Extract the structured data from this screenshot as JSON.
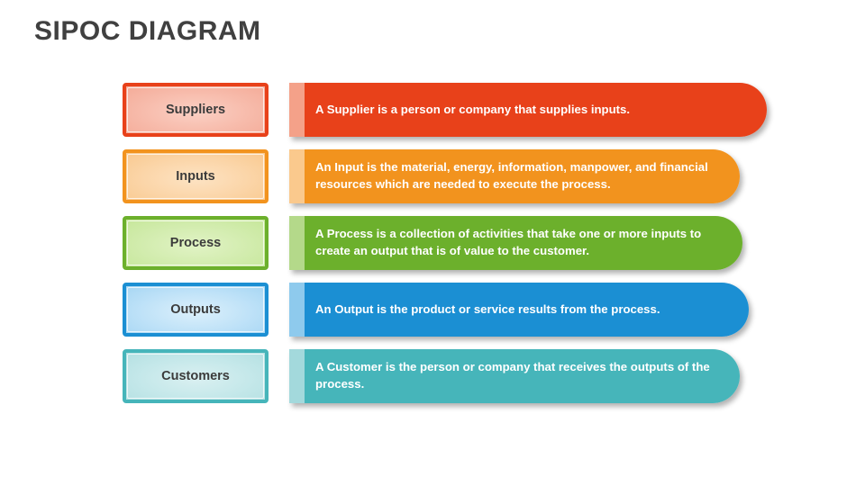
{
  "title": "SIPOC DIAGRAM",
  "rows": [
    {
      "key": "suppliers",
      "label": "Suppliers",
      "description": "A Supplier is a person or company that supplies inputs.",
      "accent_color": "#E8411A",
      "label_fill_color": "#F7BBAB",
      "cap_color": "#F4A189"
    },
    {
      "key": "inputs",
      "label": "Inputs",
      "description": "An Input is the material, energy, information, manpower, and financial resources which are needed to execute the process.",
      "accent_color": "#F2931E",
      "label_fill_color": "#FBD5A8",
      "cap_color": "#FAC98D"
    },
    {
      "key": "process",
      "label": "Process",
      "description": "A Process is a collection of activities that take one or more inputs to create an output that is of value to the customer.",
      "accent_color": "#6CB02C",
      "label_fill_color": "#D2ECAE",
      "cap_color": "#B4D98A"
    },
    {
      "key": "outputs",
      "label": "Outputs",
      "description": "An Output is the product or service results from the process.",
      "accent_color": "#1B8FD3",
      "label_fill_color": "#BFE2F8",
      "cap_color": "#8ECAED"
    },
    {
      "key": "customers",
      "label": "Customers",
      "description": "A Customer is the person or company that receives the outputs of the process.",
      "accent_color": "#46B5BA",
      "label_fill_color": "#C5E8EA",
      "cap_color": "#A3D9DC"
    }
  ],
  "title_color": "#404040",
  "background_color": "#FFFFFF"
}
